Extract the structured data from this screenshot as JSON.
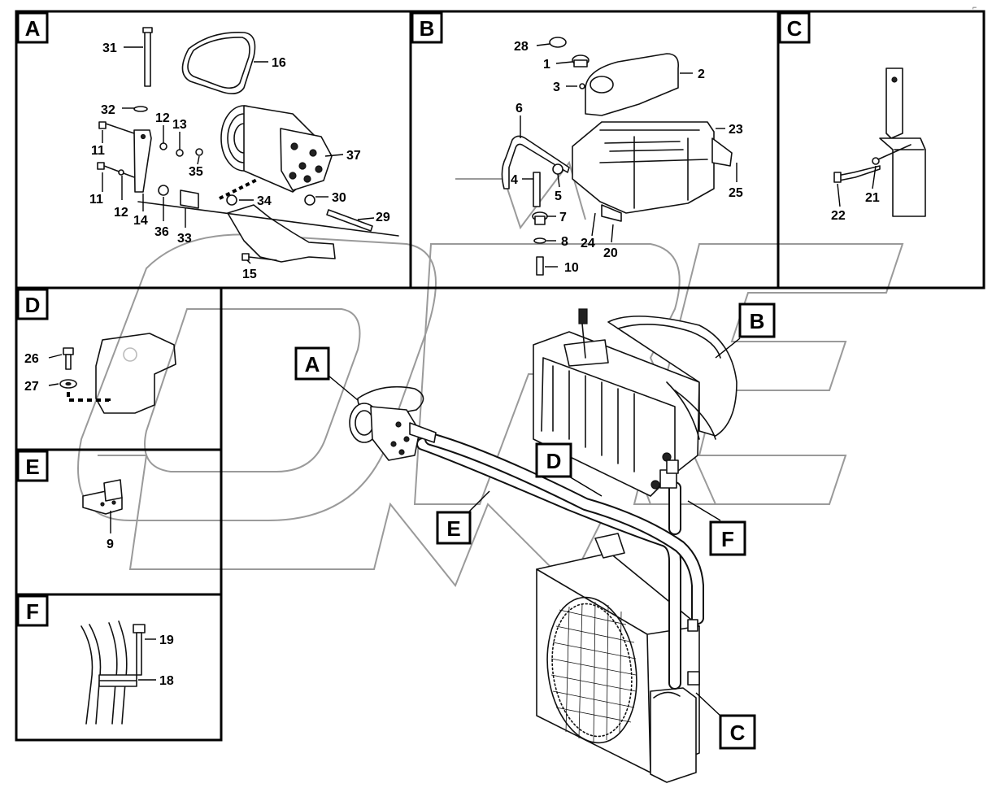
{
  "corner_mark": "⌐",
  "watermark": "OREX",
  "panels": {
    "A": {
      "letter": "A"
    },
    "B": {
      "letter": "B"
    },
    "C": {
      "letter": "C"
    },
    "D": {
      "letter": "D"
    },
    "E": {
      "letter": "E"
    },
    "F": {
      "letter": "F"
    }
  },
  "callouts": {
    "A": "A",
    "B": "B",
    "C": "C",
    "D": "D",
    "E": "E",
    "F": "F"
  },
  "parts": {
    "p31": "31",
    "p16": "16",
    "p32": "32",
    "p12a": "12",
    "p13": "13",
    "p11a": "11",
    "p37": "37",
    "p35": "35",
    "p11b": "11",
    "p12b": "12",
    "p14": "14",
    "p34": "34",
    "p30": "30",
    "p36": "36",
    "p33": "33",
    "p29": "29",
    "p15": "15",
    "p28": "28",
    "p1": "1",
    "p2": "2",
    "p3": "3",
    "p6": "6",
    "p23": "23",
    "p4": "4",
    "p5": "5",
    "p25": "25",
    "p7": "7",
    "p24": "24",
    "p8": "8",
    "p20": "20",
    "p10": "10",
    "p22": "22",
    "p21": "21",
    "p26": "26",
    "p27": "27",
    "p9": "9",
    "p19": "19",
    "p18": "18"
  }
}
